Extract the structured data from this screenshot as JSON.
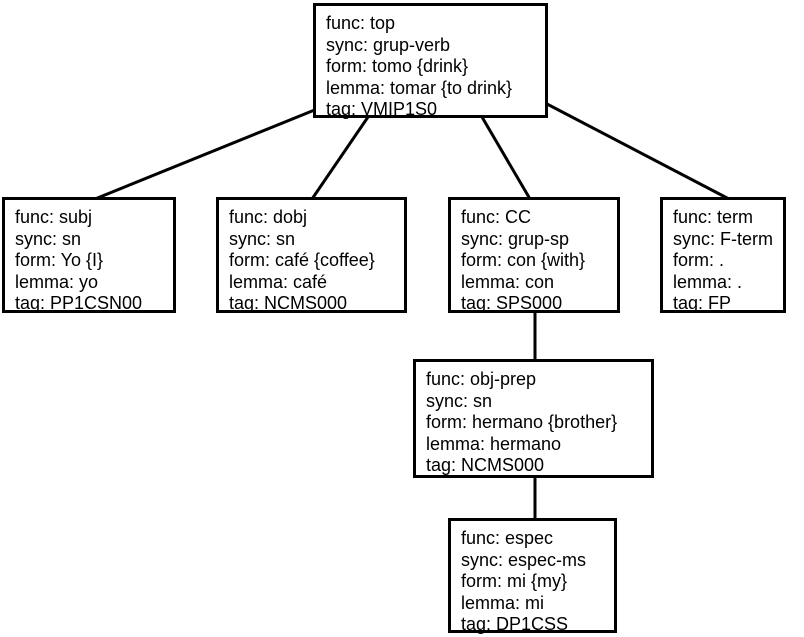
{
  "diagram": {
    "background_color": "#ffffff",
    "line_color": "#000000",
    "nodes": {
      "top": {
        "rows": [
          "func: top",
          "sync: grup-verb",
          "form: tomo {drink}",
          "lemma: tomar {to drink}",
          "tag: VMIP1S0"
        ]
      },
      "subj": {
        "rows": [
          "func: subj",
          "sync: sn",
          "form: Yo {I}",
          "lemma: yo",
          "tag: PP1CSN00"
        ]
      },
      "dobj": {
        "rows": [
          "func: dobj",
          "sync: sn",
          "form: café {coffee}",
          "lemma: café",
          "tag: NCMS000"
        ]
      },
      "cc": {
        "rows": [
          "func: CC",
          "sync: grup-sp",
          "form: con {with}",
          "lemma: con",
          "tag: SPS000"
        ]
      },
      "term": {
        "rows": [
          "func: term",
          "sync: F-term",
          "form: .",
          "lemma: .",
          "tag: FP"
        ]
      },
      "obj_prep": {
        "rows": [
          "func: obj-prep",
          "sync: sn",
          "form: hermano {brother}",
          "lemma: hermano",
          "tag: NCMS000"
        ]
      },
      "espec": {
        "rows": [
          "func: espec",
          "sync: espec-ms",
          "form: mi {my}",
          "lemma: mi",
          "tag: DP1CSS"
        ]
      }
    },
    "edges": [
      {
        "from": "top",
        "to": "subj"
      },
      {
        "from": "top",
        "to": "dobj"
      },
      {
        "from": "top",
        "to": "cc"
      },
      {
        "from": "top",
        "to": "term"
      },
      {
        "from": "cc",
        "to": "obj_prep"
      },
      {
        "from": "obj_prep",
        "to": "espec"
      }
    ]
  }
}
